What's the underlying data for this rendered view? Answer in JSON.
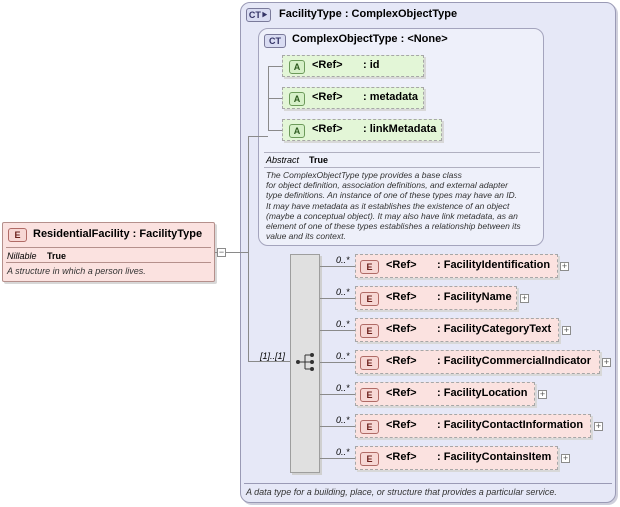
{
  "main_type": {
    "badge": "CT",
    "title": "FacilityType : ComplexObjectType",
    "description": "A data type for a building, place, or structure that provides a particular service."
  },
  "base_type": {
    "badge": "CT",
    "title": "ComplexObjectType : <None>",
    "attributes": [
      {
        "badge": "A",
        "ref": "<Ref>",
        "name": ": id"
      },
      {
        "badge": "A",
        "ref": "<Ref>",
        "name": ": metadata"
      },
      {
        "badge": "A",
        "ref": "<Ref>",
        "name": ": linkMetadata"
      }
    ],
    "abstract_label": "Abstract",
    "abstract_value": "True",
    "description_lines": [
      "The ComplexObjectType type provides a base class",
      "for object definition, association definitions, and external adapter",
      "type definitions. An instance of one of these types may have an ID.",
      "It may have metadata as it establishes the existence of an object",
      "(maybe a conceptual object). It may also have link metadata, as an",
      "element of one of these types establishes a relationship between its",
      "value and its context."
    ]
  },
  "root_element": {
    "badge": "E",
    "title": "ResidentialFacility : FacilityType",
    "nillable_label": "Nillable",
    "nillable_value": "True",
    "description": "A structure in which a person lives."
  },
  "sequence": {
    "cardinality": "[1]..[1]"
  },
  "children": [
    {
      "badge": "E",
      "ref": "<Ref>",
      "name": ": FacilityIdentification",
      "card": "0..*"
    },
    {
      "badge": "E",
      "ref": "<Ref>",
      "name": ": FacilityName",
      "card": "0..*"
    },
    {
      "badge": "E",
      "ref": "<Ref>",
      "name": ": FacilityCategoryText",
      "card": "0..*"
    },
    {
      "badge": "E",
      "ref": "<Ref>",
      "name": ": FacilityCommercialIndicator",
      "card": "0..*"
    },
    {
      "badge": "E",
      "ref": "<Ref>",
      "name": ": FacilityLocation",
      "card": "0..*"
    },
    {
      "badge": "E",
      "ref": "<Ref>",
      "name": ": FacilityContactInformation",
      "card": "0..*"
    },
    {
      "badge": "E",
      "ref": "<Ref>",
      "name": ": FacilityContainsItem",
      "card": "0..*"
    }
  ],
  "colors": {
    "complex_type_fill": "#e6e8f7",
    "element_fill": "#fbe2e0",
    "attribute_fill": "#e3f6d7"
  }
}
